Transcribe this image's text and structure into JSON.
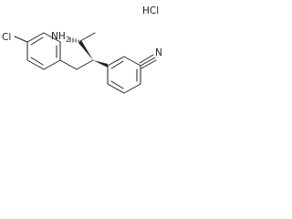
{
  "molecule": {
    "salt_label": "HCl",
    "atoms": {
      "amine": "NH",
      "amine_subscript": "2",
      "chlorine": "Cl",
      "nitrile_nitrogen": "N"
    },
    "line_color": "#222222",
    "background": "#ffffff"
  }
}
